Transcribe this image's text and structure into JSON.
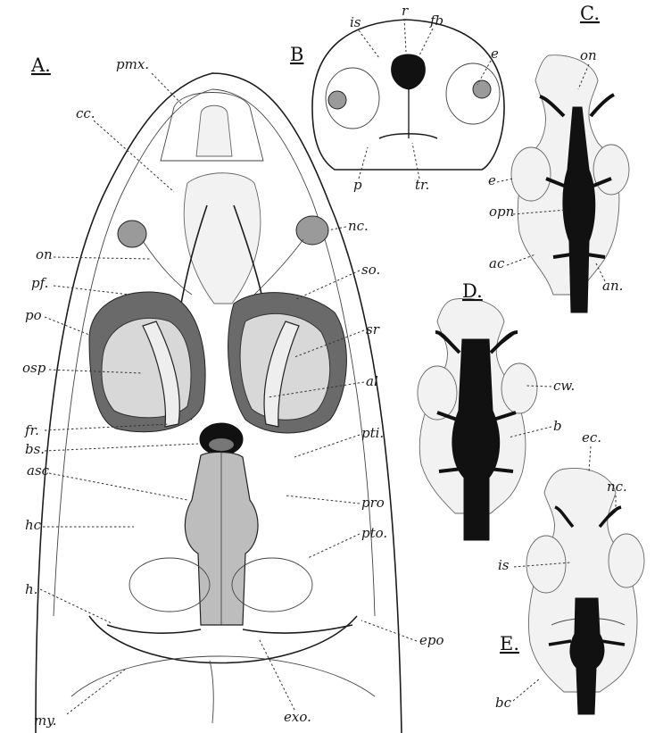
{
  "panels": {
    "A": "A.",
    "B": "B",
    "C": "C.",
    "D": "D.",
    "E": "E."
  },
  "labels": {
    "A": {
      "pmx": "pmx.",
      "cc": "cc.",
      "nc": "nc.",
      "on": "on",
      "so": "so.",
      "pf": "pf.",
      "po": "po",
      "sr": "sr",
      "osp": "osp",
      "al": "al",
      "fr": "fr.",
      "pti": "pti.",
      "bs": "bs.",
      "asc": "asc",
      "pro": "pro",
      "hc": "hc",
      "pto": "pto.",
      "h": "h.",
      "epo": "epo",
      "my": "my.",
      "exo": "exo."
    },
    "B": {
      "is": "is",
      "r": "r",
      "fb": "fb",
      "e": "e",
      "p": "p",
      "tr": "tr."
    },
    "C": {
      "on": "on",
      "e": "e",
      "opn": "opn",
      "ac": "ac",
      "an": "an."
    },
    "D": {
      "cw": "cw.",
      "b": "b"
    },
    "E": {
      "ec": "ec.",
      "nc": "nc.",
      "is": "is",
      "bc": "bc"
    }
  }
}
